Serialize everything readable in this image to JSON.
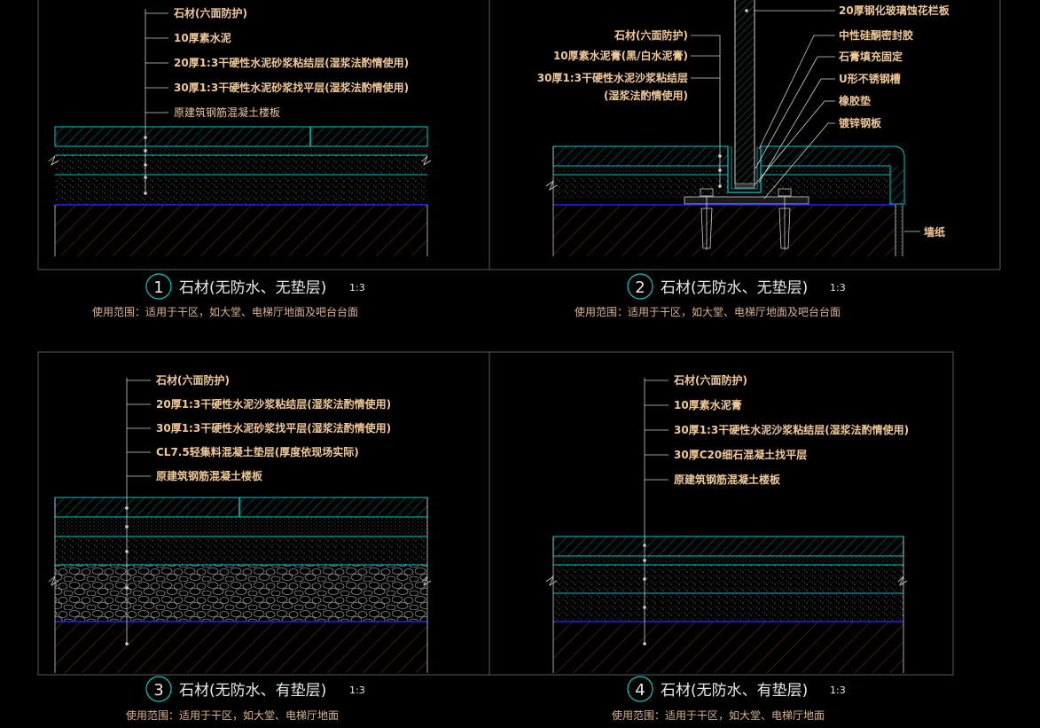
{
  "colors": {
    "background": "#000000",
    "label": "#f0c896",
    "leader": "#cfcfcf",
    "stone": "#00c8c8",
    "hatch": "#7a2a4a",
    "slab_line": "#2020ff",
    "frame": "#5a5a5a",
    "circle": "#00c8c8"
  },
  "details": [
    {
      "number": "1",
      "title": "石材(无防水、无垫层)",
      "scale": "1:3",
      "usage": "使用范围：适用于干区，如大堂、电梯厅地面及吧台台面",
      "labels": [
        "石材(六面防护)",
        "10厚素水泥",
        "20厚1:3干硬性水泥砂浆粘结层(湿浆法酌情使用)",
        "30厚1:3干硬性水泥砂浆找平层(湿浆法酌情使用)",
        "原建筑钢筋混凝土楼板"
      ]
    },
    {
      "number": "2",
      "title": "石材(无防水、无垫层)",
      "scale": "1:3",
      "usage": "使用范围：适用于干区，如大堂、电梯厅地面及吧台台面",
      "labels_left": [
        "石材(六面防护)",
        "10厚素水泥膏(黑/白水泥膏)",
        "30厚1:3干硬性水泥沙浆粘结层",
        "(湿浆法酌情使用)"
      ],
      "labels_right": [
        "20厚钢化玻璃蚀花栏板",
        "中性硅酮密封胶",
        "石膏填充固定",
        "U形不锈钢槽",
        "橡胶垫",
        "镀锌钢板"
      ],
      "wall_label": "墙纸"
    },
    {
      "number": "3",
      "title": "石材(无防水、有垫层)",
      "scale": "1:3",
      "usage": "使用范围：适用于干区，如大堂、电梯厅地面",
      "labels": [
        "石材(六面防护)",
        "20厚1:3干硬性水泥沙浆粘结层(湿浆法酌情使用)",
        "30厚1:3干硬性水泥砂浆找平层(湿浆法酌情使用)",
        "CL7.5轻集料混凝土垫层(厚度依现场实际)",
        "原建筑钢筋混凝土楼板"
      ]
    },
    {
      "number": "4",
      "title": "石材(无防水、有垫层)",
      "scale": "1:3",
      "usage": "使用范围：适用于干区，如大堂、电梯厅地面",
      "labels": [
        "石材(六面防护)",
        "10厚素水泥膏",
        "30厚1:3干硬性水泥沙浆粘结层(湿浆法酌情使用)",
        "30厚C20细石混凝土找平层",
        "原建筑钢筋混凝土楼板"
      ]
    }
  ]
}
